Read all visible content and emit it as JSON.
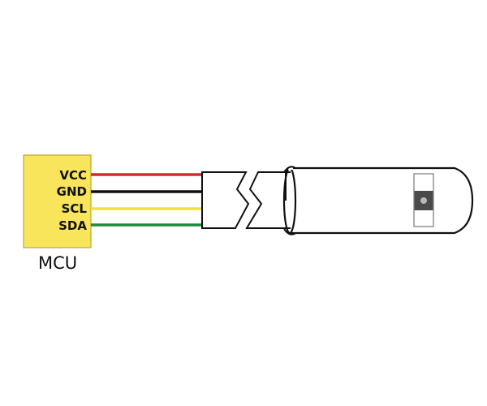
{
  "diagram": {
    "type": "wiring-diagram",
    "background": "#ffffff",
    "mcu": {
      "label": "MCU",
      "fill": "#f8e55c",
      "border": "#b8a93a",
      "pins": [
        {
          "label": "VCC",
          "wire_color": "#d62a2a"
        },
        {
          "label": "GND",
          "wire_color": "#111111"
        },
        {
          "label": "SCL",
          "wire_color": "#f2e13a"
        },
        {
          "label": "SDA",
          "wire_color": "#1f8a3c"
        }
      ]
    },
    "cable": {
      "outline": "#111111",
      "fill": "#ffffff",
      "break_symbol": "zigzag"
    },
    "sensor_probe": {
      "window_fill": "#ffffff",
      "window_border": "#777777",
      "sensor_chip_color": "#4a4a4a",
      "sensor_dot_color": "#b8b8b8"
    }
  }
}
